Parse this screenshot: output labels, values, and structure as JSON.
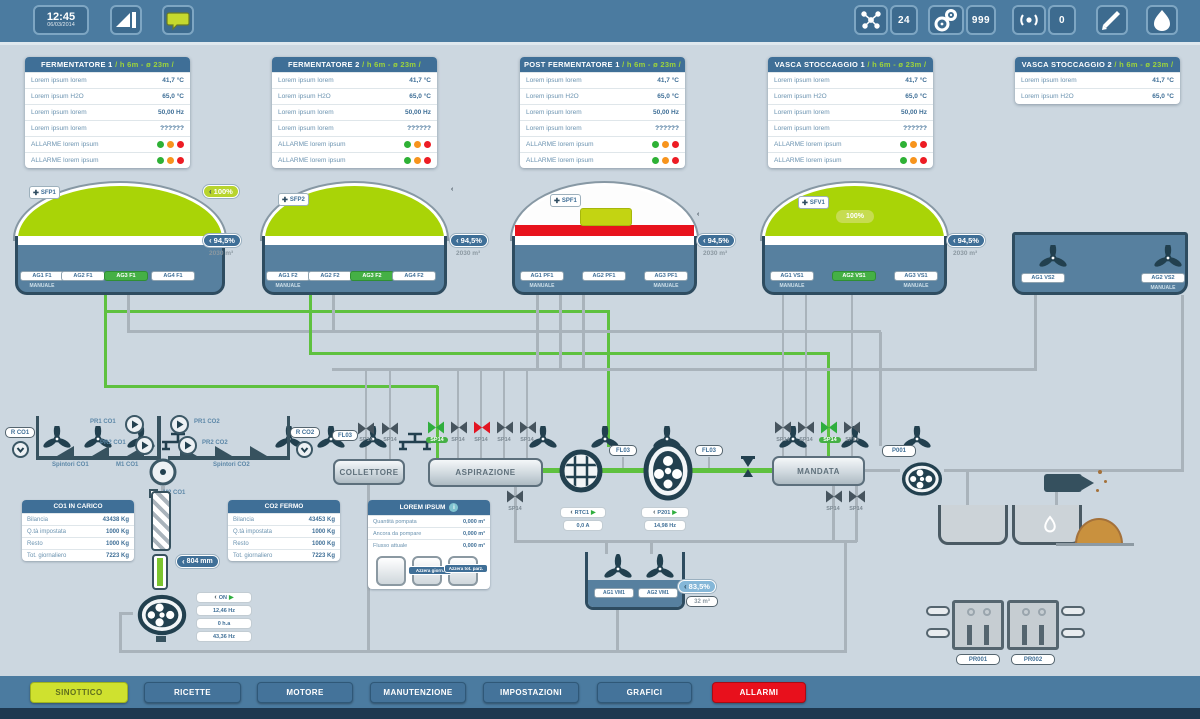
{
  "topbar": {
    "time": "12:45",
    "date": "06/03/2014",
    "mixer_count": "24",
    "gears_count": "999",
    "alarm_count": "0"
  },
  "info_panels": [
    {
      "title": "FERMENTATORE 1",
      "spec": "/ h 6m - ø 23m /",
      "rows": [
        {
          "label": "Lorem ipsum lorem",
          "value": "41,7 °C"
        },
        {
          "label": "Lorem ipsum H2O",
          "value": "65,0 °C"
        },
        {
          "label": "Lorem ipsum lorem",
          "value": "50,00 Hz"
        },
        {
          "label": "Lorem ipsum lorem",
          "value": "??????"
        },
        {
          "label": "ALLARME lorem ipsum",
          "value": "dots"
        },
        {
          "label": "ALLARME lorem ipsum",
          "value": "dots"
        }
      ]
    },
    {
      "title": "FERMENTATORE 2",
      "spec": "/ h 6m - ø 23m /",
      "rows": [
        {
          "label": "Lorem ipsum lorem",
          "value": "41,7 °C"
        },
        {
          "label": "Lorem ipsum H2O",
          "value": "65,0 °C"
        },
        {
          "label": "Lorem ipsum lorem",
          "value": "50,00 Hz"
        },
        {
          "label": "Lorem ipsum lorem",
          "value": "??????"
        },
        {
          "label": "ALLARME lorem ipsum",
          "value": "dots"
        },
        {
          "label": "ALLARME lorem ipsum",
          "value": "dots"
        }
      ]
    },
    {
      "title": "POST FERMENTATORE 1",
      "spec": "/ h 6m - ø 23m /",
      "rows": [
        {
          "label": "Lorem ipsum lorem",
          "value": "41,7 °C"
        },
        {
          "label": "Lorem ipsum H2O",
          "value": "65,0 °C"
        },
        {
          "label": "Lorem ipsum lorem",
          "value": "50,00 Hz"
        },
        {
          "label": "Lorem ipsum lorem",
          "value": "??????"
        },
        {
          "label": "ALLARME lorem ipsum",
          "value": "dots"
        },
        {
          "label": "ALLARME lorem ipsum",
          "value": "dots"
        }
      ]
    },
    {
      "title": "VASCA STOCCAGGIO 1",
      "spec": "/ h 6m - ø 23m /",
      "rows": [
        {
          "label": "Lorem ipsum lorem",
          "value": "41,7 °C"
        },
        {
          "label": "Lorem ipsum H2O",
          "value": "65,0 °C"
        },
        {
          "label": "Lorem ipsum lorem",
          "value": "50,00 Hz"
        },
        {
          "label": "Lorem ipsum lorem",
          "value": "??????"
        },
        {
          "label": "ALLARME lorem ipsum",
          "value": "dots"
        },
        {
          "label": "ALLARME lorem ipsum",
          "value": "dots"
        }
      ]
    },
    {
      "title": "VASCA STOCCAGGIO 2",
      "spec": "/ h 6m - ø 23m /",
      "rows": [
        {
          "label": "Lorem ipsum lorem",
          "value": "41,7 °C"
        },
        {
          "label": "Lorem ipsum H2O",
          "value": "65,0 °C"
        }
      ]
    }
  ],
  "tanks": [
    {
      "marker": "SFP1",
      "top_badge": "100%",
      "pct": "94,5%",
      "vol": "2030 m³",
      "ag1": "AG1 F1",
      "ag2": "AG2 F1",
      "ag3": "AG3 F1",
      "ag4": "AG4 F1",
      "sub1": "MANUALE"
    },
    {
      "marker": "SFP2",
      "pct": "94,5%",
      "vol": "2030 m³",
      "ag1": "AG1 F2",
      "ag2": "AG2 F2",
      "ag3": "AG3 F2",
      "ag4": "AG4 F2",
      "sub1": "MANUALE"
    },
    {
      "marker": "SPF1",
      "pct": "94,5%",
      "vol": "2030 m³",
      "ag1": "AG1 PF1",
      "ag2": "AG2 PF1",
      "ag3": "AG3 PF1",
      "sub1": "MANUALE",
      "sub3": "MANUALE"
    },
    {
      "marker": "SFV1",
      "dome_badge": "100%",
      "pct": "94,5%",
      "vol": "2030 m³",
      "ag1": "AG1 VS1",
      "ag2": "AG2 VS1",
      "ag3": "AG3 VS1",
      "sub1": "MANUALE",
      "sub3": "MANUALE"
    },
    {
      "ag1": "AG1 VS2",
      "ag2": "AG2 VS2",
      "sub2": "MANUALE"
    }
  ],
  "labels": {
    "valve": "SP14",
    "sensor": "FL03",
    "level": "804 mm",
    "p001": "P001",
    "pr001": "PR001",
    "pr002": "PR002",
    "collettore": "COLLETTORE",
    "aspirazione": "ASPIRAZIONE",
    "mandata": "MANDATA",
    "spintori1": "Spintori CO1",
    "spintori2": "Spintori CO2",
    "m1": "M1 CO1",
    "m2": "M2 CO1",
    "pr1co1": "PR1 CO1",
    "pr2co1": "PR2 CO1",
    "pr1co2": "PR1 CO2",
    "pr2co2": "PR2 CO2",
    "rco1": "R CO1",
    "rco2": "R CO2"
  },
  "weigh_panels": [
    {
      "title": "CO1 IN CARICO",
      "r1l": "Bilancia",
      "r1v": "43438 Kg",
      "r2l": "Q.tà impostata",
      "r2v": "1000 Kg",
      "r3l": "Resto",
      "r3v": "1000 Kg",
      "r4l": "Tot. giornaliero",
      "r4v": "7223 Kg"
    },
    {
      "title": "CO2 FERMO",
      "r1l": "Bilancia",
      "r1v": "43453 Kg",
      "r2l": "Q.tà impostata",
      "r2v": "1000 Kg",
      "r3l": "Resto",
      "r3v": "1000 Kg",
      "r4l": "Tot. giornaliero",
      "r4v": "7223 Kg"
    }
  ],
  "pump_box": {
    "state": "ON",
    "r2": "12,46 Hz",
    "r3": "0 h.a",
    "r4": "43,36 Hz"
  },
  "lorem": {
    "title": "LOREM IPSUM",
    "r1l": "Quantità pompata",
    "r1v": "0,000 m³",
    "r2l": "Ancora da pompare",
    "r2v": "0,000 m³",
    "r3l": "Flusso attuale",
    "r3v": "0,000 m³",
    "btn2": "Azzera giorn.",
    "btn3": "Azzera tot. parz."
  },
  "indicators": {
    "i1n": "RTC1",
    "i1v": "0,0 A",
    "i2n": "P201",
    "i2v": "14,98 Hz"
  },
  "vm": {
    "ag1": "AG1 VM1",
    "ag2": "AG2 VM1",
    "pct": "83,5%",
    "vol": "32 m³"
  },
  "navbar": [
    {
      "label": "SINOTTICO"
    },
    {
      "label": "RICETTE"
    },
    {
      "label": "MOTORE"
    },
    {
      "label": "MANUTENZIONE"
    },
    {
      "label": "IMPOSTAZIONI"
    },
    {
      "label": "GRAFICI"
    },
    {
      "label": "ALLARMI"
    }
  ],
  "colors": {
    "ok": "#2eb135",
    "warn": "#f7941d",
    "alarm": "#ed1c24",
    "accent_green": "#a9d407",
    "steel_blue": "#4b7ba0"
  }
}
